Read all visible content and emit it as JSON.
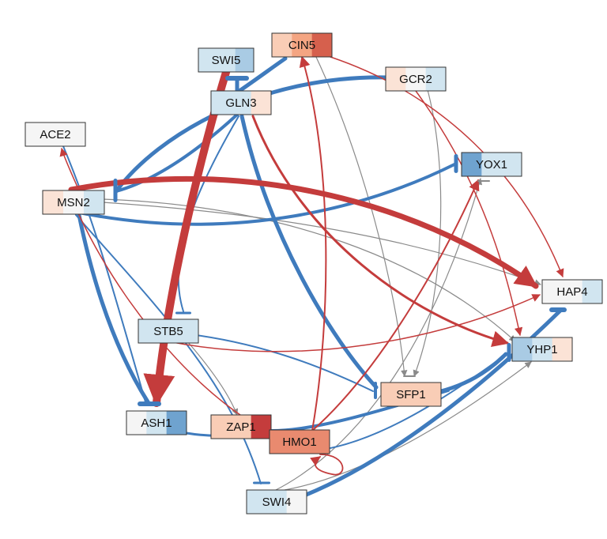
{
  "colors": {
    "activation": "#c43c3c",
    "repression": "#3f7bbd",
    "neutral": "#8a8a8a",
    "node_red": "#d6604d",
    "node_pink": "#f4a582",
    "node_lightpink": "#fbe3d6",
    "node_white": "#f5f5f5",
    "node_lightblue": "#d1e5f0",
    "node_blue": "#6fa3cf"
  },
  "nodes": [
    {
      "id": "CIN5",
      "label": "CIN5",
      "fill": [
        "#f9cdb6",
        "#f4a582",
        "#d6604d"
      ]
    },
    {
      "id": "SWI5",
      "label": "SWI5",
      "fill": [
        "#d1e5f0",
        "#d1e5f0",
        "#a9cbe4"
      ]
    },
    {
      "id": "GCR2",
      "label": "GCR2",
      "fill": [
        "#fbe3d6",
        "#f5f5f5",
        "#d1e5f0"
      ]
    },
    {
      "id": "GLN3",
      "label": "GLN3",
      "fill": [
        "#d1e5f0",
        "#d1e5f0",
        "#fbe3d6"
      ]
    },
    {
      "id": "ACE2",
      "label": "ACE2",
      "fill": [
        "#f5f5f5",
        "#f5f5f5",
        "#f5f5f5"
      ]
    },
    {
      "id": "YOX1",
      "label": "YOX1",
      "fill": [
        "#6fa3cf",
        "#d1e5f0",
        "#d1e5f0"
      ]
    },
    {
      "id": "MSN2",
      "label": "MSN2",
      "fill": [
        "#fbe3d6",
        "#f5f5f5",
        "#d1e5f0"
      ]
    },
    {
      "id": "HAP4",
      "label": "HAP4",
      "fill": [
        "#f5f5f5",
        "#f5f5f5",
        "#d1e5f0"
      ]
    },
    {
      "id": "STB5",
      "label": "STB5",
      "fill": [
        "#d1e5f0",
        "#d1e5f0",
        "#d1e5f0"
      ]
    },
    {
      "id": "YHP1",
      "label": "YHP1",
      "fill": [
        "#a9cbe4",
        "#d1e5f0",
        "#fbe3d6"
      ]
    },
    {
      "id": "SFP1",
      "label": "SFP1",
      "fill": [
        "#f9cdb6",
        "#f9cdb6",
        "#f9cdb6"
      ]
    },
    {
      "id": "ASH1",
      "label": "ASH1",
      "fill": [
        "#f5f5f5",
        "#d1e5f0",
        "#6fa3cf"
      ]
    },
    {
      "id": "ZAP1",
      "label": "ZAP1",
      "fill": [
        "#f9cdb6",
        "#f9cdb6",
        "#c43c3c"
      ]
    },
    {
      "id": "HMO1",
      "label": "HMO1",
      "fill": [
        "#e98a6f",
        "#e98a6f",
        "#e98a6f"
      ]
    },
    {
      "id": "SWI4",
      "label": "SWI4",
      "fill": [
        "#d1e5f0",
        "#d1e5f0",
        "#f5f5f5"
      ]
    }
  ],
  "edges": [
    {
      "from": "SWI5",
      "to": "ASH1",
      "type": "activation",
      "weight": 10
    },
    {
      "from": "MSN2",
      "to": "HAP4",
      "type": "activation",
      "weight": 7
    },
    {
      "from": "GLN3",
      "to": "YHP1",
      "type": "activation",
      "weight": 3
    },
    {
      "from": "HMO1",
      "to": "CIN5",
      "type": "activation",
      "weight": 2
    },
    {
      "from": "HMO1",
      "to": "YOX1",
      "type": "activation",
      "weight": 2
    },
    {
      "from": "CIN5",
      "to": "HAP4",
      "type": "activation",
      "weight": 1.5
    },
    {
      "from": "GCR2",
      "to": "YHP1",
      "type": "activation",
      "weight": 1.5
    },
    {
      "from": "MSN2",
      "to": "ACE2",
      "type": "activation",
      "weight": 1.5
    },
    {
      "from": "MSN2",
      "to": "HMO1",
      "type": "activation",
      "weight": 1.5
    },
    {
      "from": "STB5",
      "to": "HAP4",
      "type": "activation",
      "weight": 1.5
    },
    {
      "from": "HMO1",
      "to": "HMO1",
      "type": "activation",
      "weight": 1.8
    },
    {
      "from": "GLN3",
      "to": "SWI5",
      "type": "repression",
      "weight": 5
    },
    {
      "from": "GLN3",
      "to": "CIN5",
      "type": "repression",
      "weight": 5
    },
    {
      "from": "GCR2",
      "to": "MSN2",
      "type": "repression",
      "weight": 5
    },
    {
      "from": "GLN3",
      "to": "MSN2",
      "type": "repression",
      "weight": 4
    },
    {
      "from": "MSN2",
      "to": "YOX1",
      "type": "repression",
      "weight": 4
    },
    {
      "from": "GLN3",
      "to": "SFP1",
      "type": "repression",
      "weight": 5
    },
    {
      "from": "MSN2",
      "to": "ASH1",
      "type": "repression",
      "weight": 5
    },
    {
      "from": "SFP1",
      "to": "YHP1",
      "type": "repression",
      "weight": 5
    },
    {
      "from": "SWI4",
      "to": "HAP4",
      "type": "repression",
      "weight": 5
    },
    {
      "from": "ZAP1",
      "to": "SFP1",
      "type": "repression",
      "weight": 4
    },
    {
      "from": "STB5",
      "to": "SFP1",
      "type": "repression",
      "weight": 2
    },
    {
      "from": "GLN3",
      "to": "STB5",
      "type": "repression",
      "weight": 2
    },
    {
      "from": "ACE2",
      "to": "ASH1",
      "type": "repression",
      "weight": 2
    },
    {
      "from": "MSN2",
      "to": "SWI4",
      "type": "repression",
      "weight": 2
    },
    {
      "from": "ZAP1",
      "to": "ASH1",
      "type": "repression",
      "weight": 3
    },
    {
      "from": "HMO1",
      "to": "YHP1",
      "type": "repression",
      "weight": 2
    },
    {
      "from": "MSN2",
      "to": "YHP1",
      "type": "neutral",
      "weight": 1.2
    },
    {
      "from": "MSN2",
      "to": "HAP4",
      "type": "neutral",
      "weight": 1.2
    },
    {
      "from": "CIN5",
      "to": "SFP1",
      "type": "neutral",
      "weight": 1.2
    },
    {
      "from": "SWI4",
      "to": "YOX1",
      "type": "neutral",
      "weight": 1.2
    },
    {
      "from": "SWI4",
      "to": "YHP1",
      "type": "neutral",
      "weight": 1.2
    },
    {
      "from": "STB5",
      "to": "ZAP1",
      "type": "neutral",
      "weight": 1.2
    },
    {
      "from": "GCR2",
      "to": "SFP1",
      "type": "neutral",
      "weight": 1.2
    }
  ]
}
